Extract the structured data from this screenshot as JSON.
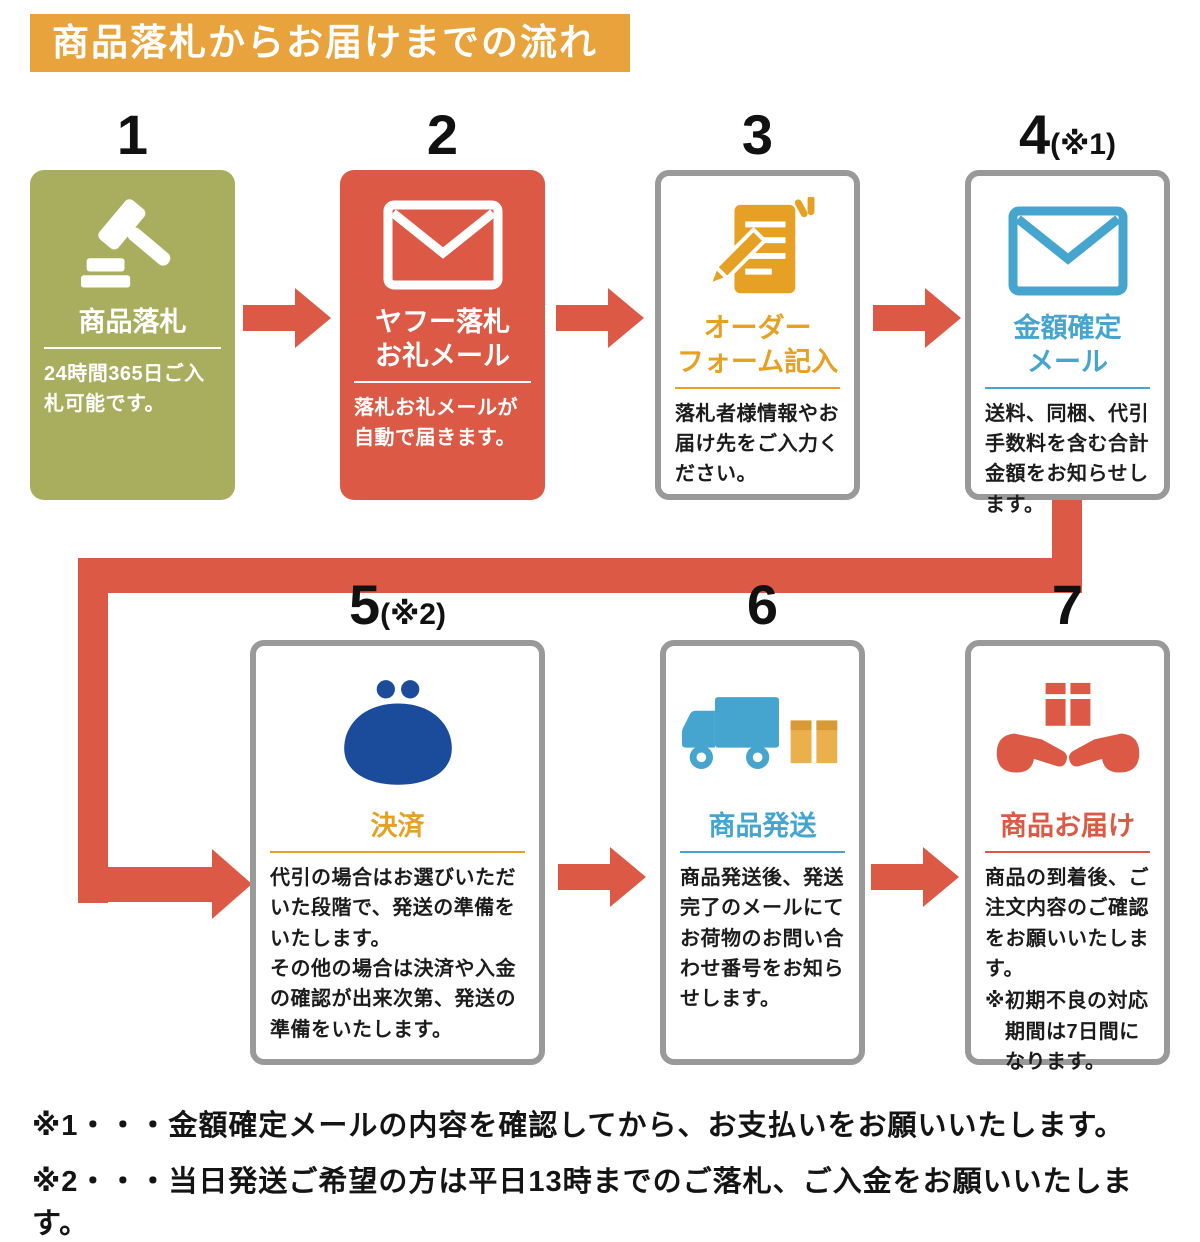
{
  "banner": {
    "title": "商品落札からお届けまでの流れ"
  },
  "colors": {
    "banner_orange": "#E8A33C",
    "olive": "#A9AE5E",
    "red": "#DC5A45",
    "orange": "#E6A024",
    "blue": "#45A5CE",
    "navy": "#1B4C9C",
    "box_tan": "#EBB04B"
  },
  "steps": [
    {
      "number": "1",
      "annotation": "",
      "title_lines": [
        "商品落札"
      ],
      "body": "24時間365日ご入札可能です。",
      "icon": "gavel-icon",
      "style": "solid",
      "color": "#A9AE5E"
    },
    {
      "number": "2",
      "annotation": "",
      "title_lines": [
        "ヤフー落札",
        "お礼メール"
      ],
      "body": "落札お礼メールが自動で届きます。",
      "icon": "envelope-icon",
      "style": "solid",
      "color": "#DC5A45"
    },
    {
      "number": "3",
      "annotation": "",
      "title_lines": [
        "オーダー",
        "フォーム記入"
      ],
      "body": "落札者様情報やお届け先をご入力ください。",
      "icon": "form-pencil-icon",
      "style": "outline",
      "color": "#E6A024"
    },
    {
      "number": "4",
      "annotation": "(※1)",
      "title_lines": [
        "金額確定",
        "メール"
      ],
      "body": "送料、同梱、代引手数料を含む合計金額をお知らせします。",
      "icon": "envelope-icon",
      "style": "outline",
      "color": "#45A5CE"
    },
    {
      "number": "5",
      "annotation": "(※2)",
      "title_lines": [
        "決済"
      ],
      "body": "代引の場合はお選びいただいた段階で、発送の準備をいたします。\nその他の場合は決済や入金の確認が出来次第、発送の準備をいたします。",
      "icon": "coin-purse-icon",
      "style": "outline",
      "color": "#E6A024"
    },
    {
      "number": "6",
      "annotation": "",
      "title_lines": [
        "商品発送"
      ],
      "body": "商品発送後、発送完了のメールにてお荷物のお問い合わせ番号をお知らせします。",
      "icon": "delivery-truck-icon",
      "style": "outline",
      "color": "#45A5CE"
    },
    {
      "number": "7",
      "annotation": "",
      "title_lines": [
        "商品お届け"
      ],
      "body": "商品の到着後、ご注文内容のご確認をお願いいたします。",
      "body2": "※初期不良の対応期間は7日間になります。",
      "icon": "hands-package-icon",
      "style": "outline",
      "color": "#DC5A45"
    }
  ],
  "notes": [
    {
      "text": "※1・・・金額確定メールの内容を確認してから、お支払いをお願いいたします。"
    },
    {
      "text": "※2・・・当日発送ご希望の方は平日13時までのご落札、ご入金をお願いいたします。"
    }
  ]
}
